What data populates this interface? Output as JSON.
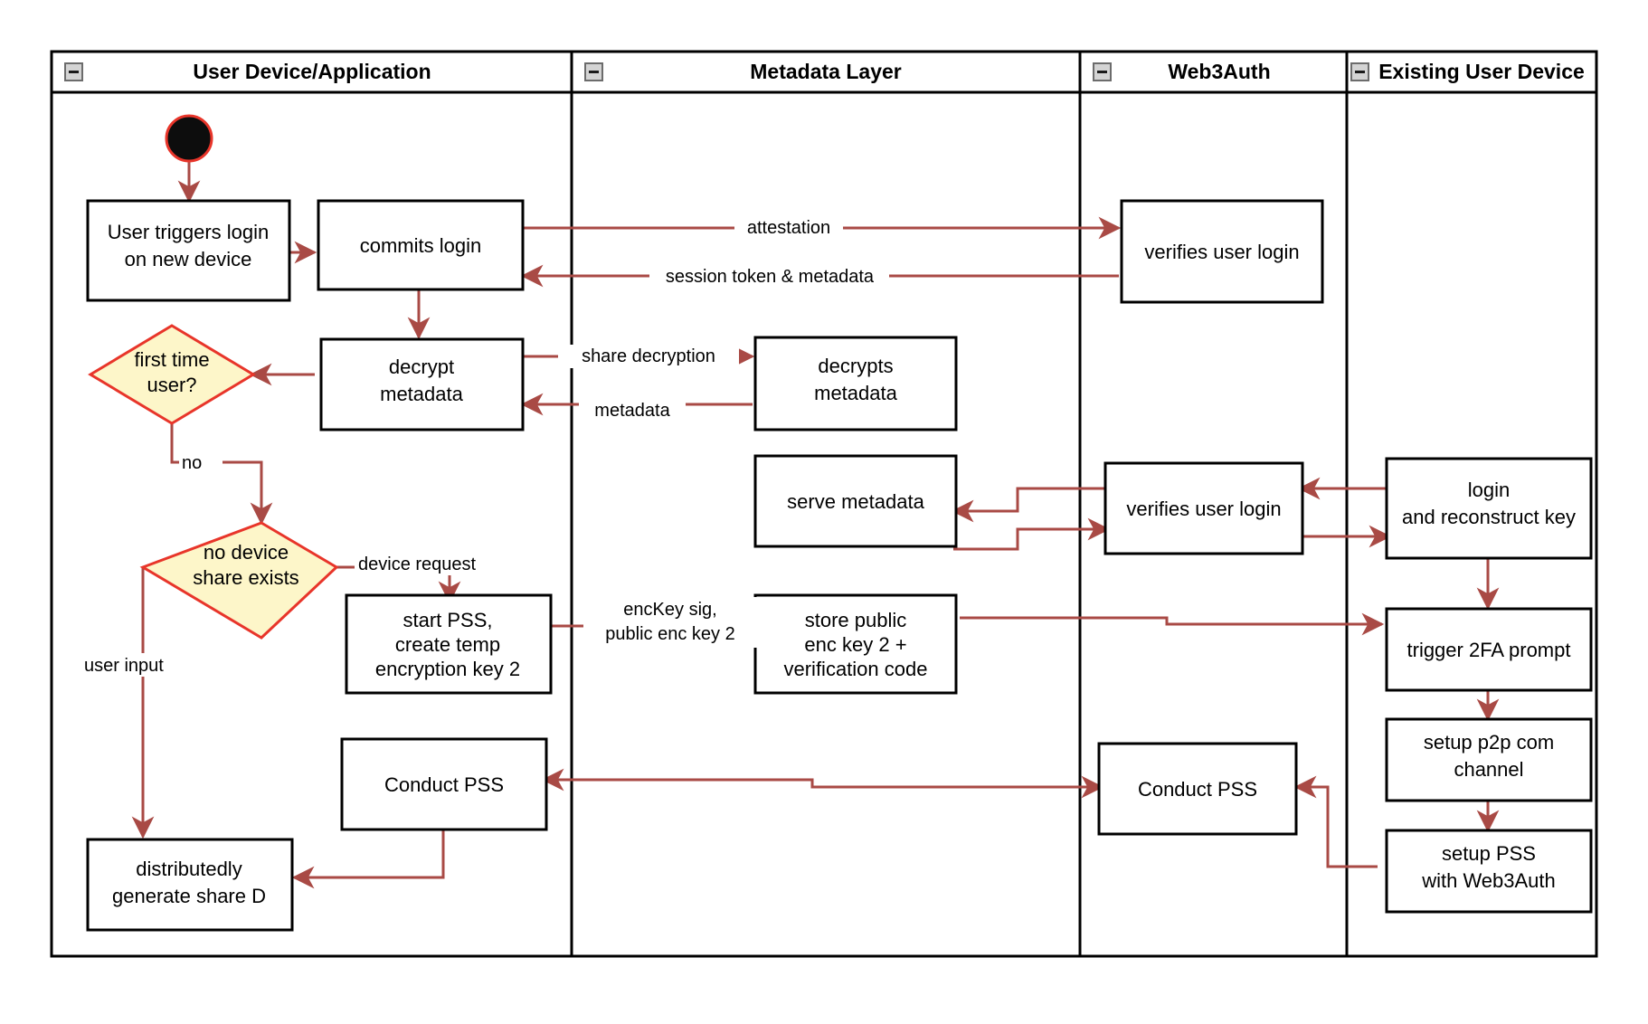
{
  "diagram": {
    "type": "swimlane-activity-flowchart",
    "colors": {
      "flow_arrow": "#a94a45",
      "decision_fill": "#fdf6c9",
      "decision_stroke": "#e8352a",
      "node_stroke": "#000000",
      "node_fill": "#ffffff",
      "start_node_fill": "#0d0d0d"
    },
    "lanes": [
      {
        "id": "lane-user-device",
        "title": "User Device/Application",
        "collapse_icon": "minus-collapse-icon"
      },
      {
        "id": "lane-metadata",
        "title": "Metadata Layer",
        "collapse_icon": "minus-collapse-icon"
      },
      {
        "id": "lane-web3auth",
        "title": "Web3Auth",
        "collapse_icon": "minus-collapse-icon"
      },
      {
        "id": "lane-existing-device",
        "title": "Existing User Device",
        "collapse_icon": "minus-collapse-icon"
      }
    ],
    "nodes": {
      "start": {
        "kind": "start-circle",
        "label": ""
      },
      "user_triggers_login": {
        "kind": "process",
        "lines": [
          "User triggers login",
          "on new device"
        ]
      },
      "commits_login": {
        "kind": "process",
        "lines": [
          "commits login"
        ]
      },
      "verifies_user_login_top": {
        "kind": "process",
        "lines": [
          "verifies user login"
        ]
      },
      "decrypt_metadata": {
        "kind": "process",
        "lines": [
          "decrypt",
          "metadata"
        ]
      },
      "decrypts_metadata": {
        "kind": "process",
        "lines": [
          "decrypts",
          "metadata"
        ]
      },
      "first_time_user": {
        "kind": "decision",
        "lines": [
          "first time",
          "user?"
        ]
      },
      "no_device_share_exists": {
        "kind": "decision",
        "lines": [
          "no device",
          "share exists"
        ]
      },
      "serve_metadata": {
        "kind": "process",
        "lines": [
          "serve metadata"
        ]
      },
      "verifies_user_login_mid": {
        "kind": "process",
        "lines": [
          "verifies user login"
        ]
      },
      "login_and_reconstruct_key": {
        "kind": "process",
        "lines": [
          "login",
          "and reconstruct key"
        ]
      },
      "start_pss_create_temp": {
        "kind": "process",
        "lines": [
          "start PSS,",
          "create temp",
          "encryption key 2"
        ]
      },
      "store_public_enc_key": {
        "kind": "process",
        "lines": [
          "store public",
          "enc key 2 +",
          "verification code"
        ]
      },
      "trigger_2fa_prompt": {
        "kind": "process",
        "lines": [
          "trigger 2FA prompt"
        ]
      },
      "conduct_pss_left": {
        "kind": "process",
        "lines": [
          "Conduct PSS"
        ]
      },
      "conduct_pss_right": {
        "kind": "process",
        "lines": [
          "Conduct PSS"
        ]
      },
      "setup_p2p_com_channel": {
        "kind": "process",
        "lines": [
          "setup p2p com",
          "channel"
        ]
      },
      "setup_pss_with_web3auth": {
        "kind": "process",
        "lines": [
          "setup PSS",
          "with Web3Auth"
        ]
      },
      "distributedly_generate_share_d": {
        "kind": "process",
        "lines": [
          "distributedly",
          "generate share D"
        ]
      }
    },
    "edge_labels": {
      "attestation": "attestation",
      "session_token_metadata": "session token & metadata",
      "share_decryption": "share decryption",
      "metadata": "metadata",
      "no": "no",
      "device_request": "device request",
      "user_input": "user input",
      "enckey_sig_line1": "encKey sig,",
      "enckey_sig_line2": "public enc key 2"
    }
  }
}
